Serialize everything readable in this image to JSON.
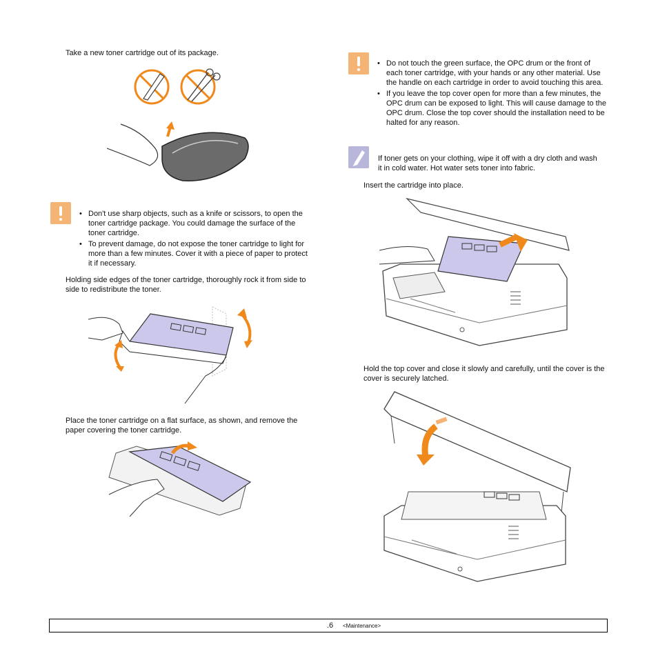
{
  "left_column": {
    "step_unpack": "Take a new toner cartridge out of its package.",
    "caution_bullets": [
      "Don't use sharp objects, such as a knife or scissors, to open the toner cartridge package. You could damage the surface of the toner cartridge.",
      "To prevent damage, do not expose the toner cartridge to light for more than a few minutes. Cover it with a piece of paper to protect it if necessary."
    ],
    "step_rock": "Holding side edges of the toner cartridge, thoroughly rock it from side to side to redistribute the toner.",
    "step_flat": "Place the toner cartridge on a flat surface, as shown, and remove the paper covering the toner cartridge."
  },
  "right_column": {
    "caution_bullets": [
      "Do not touch the green surface, the OPC drum or the front of each toner cartridge, with your hands or any other material. Use the handle on each cartridge in order to avoid touching this area.",
      "If you leave the top cover open for more than a few minutes, the OPC drum can be exposed to light. This will cause damage to the OPC drum. Close the top cover should the installation need to be halted for any reason."
    ],
    "note": "If toner gets on your clothing, wipe it off with a dry cloth and wash it in cold water. Hot water sets toner into fabric.",
    "step_insert": "Insert the cartridge into place.",
    "step_close": "Hold the top cover and close it slowly and carefully, until the cover is the cover is securely latched."
  },
  "footer": {
    "page": ".6",
    "section": "<Maintenance>"
  },
  "icons": {
    "caution": "exclamation-icon",
    "note": "note-pen-icon",
    "accent_color": "#f4b476",
    "arrow_color": "#f0891c",
    "cartridge_color": "#ccc8ec"
  }
}
